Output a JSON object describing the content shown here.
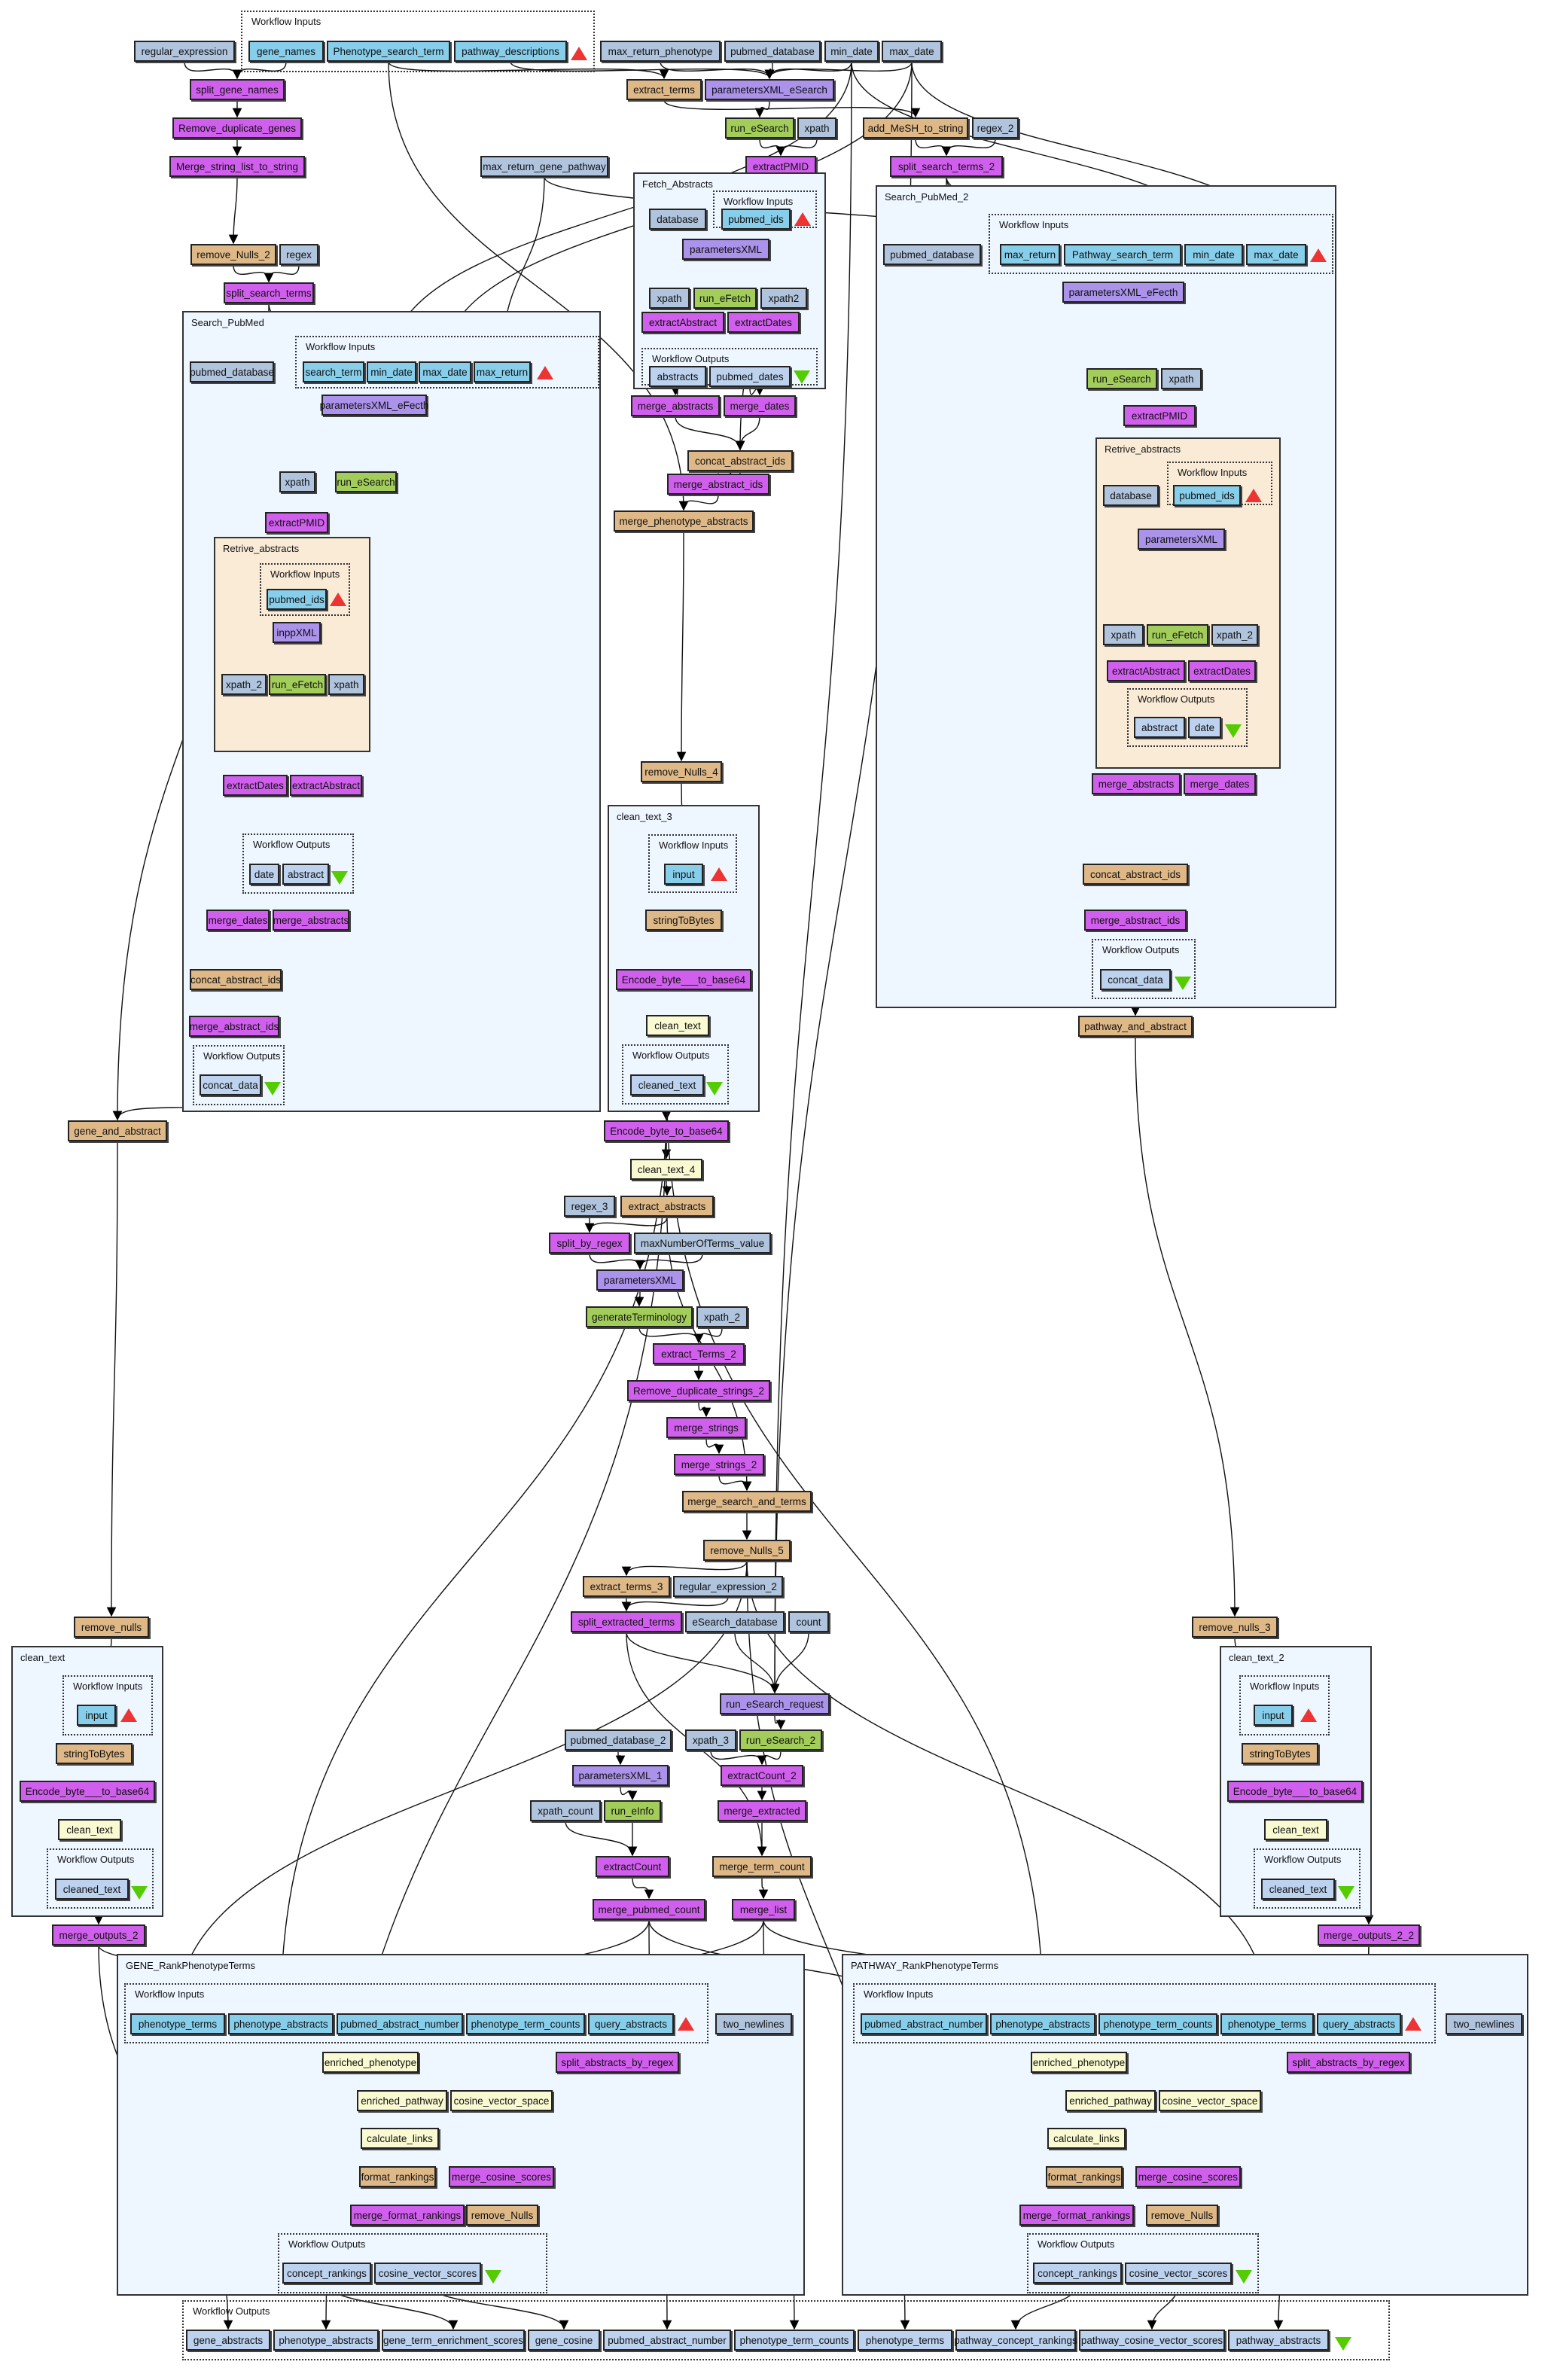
{
  "diagram": {
    "labels": {
      "workflow_inputs": "Workflow Inputs",
      "workflow_outputs": "Workflow Outputs"
    },
    "colors": {
      "constant": "#b0c4de",
      "input_port": "#87ceeb",
      "output_port": "#bcd2ee",
      "local_worker": "#d15fee",
      "xml_builder": "#ab92ea",
      "web_service": "#a2cd5a",
      "beanshell": "#deb887",
      "rshell": "#fafad2",
      "cluster_bg": "#eef6ff",
      "nested_cluster_bg": "#faebd7",
      "input_marker": "#ee3333",
      "output_marker": "#55cc00"
    },
    "top": {
      "regular_expression": "regular_expression",
      "gene_names": "gene_names",
      "phenotype_search_term": "Phenotype_search_term",
      "pathway_descriptions": "pathway_descriptions",
      "max_return_phenotype": "max_return_phenotype",
      "pubmed_database": "pubmed_database",
      "min_date": "min_date",
      "max_date": "max_date",
      "split_gene_names": "split_gene_names",
      "remove_duplicate_genes": "Remove_duplicate_genes",
      "merge_string_list_to_string": "Merge_string_list_to_string",
      "extract_terms": "extract_terms",
      "parametersxml_esearch": "parametersXML_eSearch",
      "run_esearch": "run_eSearch",
      "xpath": "xpath",
      "add_mesh_to_string": "add_MeSH_to_string",
      "regex_2": "regex_2",
      "extractpmid": "extractPMID",
      "split_search_terms_2": "split_search_terms_2",
      "max_return_gene_pathway": "max_return_gene_pathway",
      "remove_nulls_2": "remove_Nulls_2",
      "regex": "regex",
      "split_search_terms": "split_search_terms"
    },
    "search_pubmed": {
      "title": "Search_PubMed",
      "pubmed_database": "pubmed_database",
      "search_term": "search_term",
      "min_date": "min_date",
      "max_date": "max_date",
      "max_return": "max_return",
      "parametersxml_efecth": "parametersXML_eFecth",
      "xpath": "xpath",
      "run_esearch": "run_eSearch",
      "extractpmid": "extractPMID",
      "retrive": {
        "title": "Retrive_abstracts",
        "pubmed_ids": "pubmed_ids",
        "inppxml": "inppXML",
        "xpath_2": "xpath_2",
        "run_efetch": "run_eFetch",
        "xpath": "xpath",
        "extractdates": "extractDates",
        "extractabstract": "extractAbstract",
        "date": "date",
        "abstract": "abstract"
      },
      "merge_dates": "merge_dates",
      "merge_abstracts": "merge_abstracts",
      "concat_abstract_ids": "concat_abstract_ids",
      "merge_abstract_ids": "merge_abstract_ids",
      "concat_data": "concat_data"
    },
    "fetch_abstracts": {
      "title": "Fetch_Abstracts",
      "database": "database",
      "pubmed_ids": "pubmed_ids",
      "parametersxml": "parametersXML",
      "xpath": "xpath",
      "run_efetch": "run_eFetch",
      "xpath2": "xpath2",
      "extractabstract": "extractAbstract",
      "extractdates": "extractDates",
      "abstracts": "abstracts",
      "pubmed_dates": "pubmed_dates"
    },
    "middle": {
      "merge_abstracts": "merge_abstracts",
      "merge_dates": "merge_dates",
      "concat_abstract_ids": "concat_abstract_ids",
      "merge_abstract_ids": "merge_abstract_ids",
      "merge_phenotype_abstracts": "merge_phenotype_abstracts",
      "remove_nulls_4": "remove_Nulls_4",
      "encode_byte_to_base64": "Encode_byte_to_base64",
      "clean_text_4": "clean_text_4",
      "regex_3": "regex_3",
      "extract_abstracts": "extract_abstracts",
      "split_by_regex": "split_by_regex",
      "maxnumberofterms_value": "maxNumberOfTerms_value",
      "parametersxml": "parametersXML",
      "generateterminology": "generateTerminology",
      "xpath_2": "xpath_2",
      "extract_terms_2": "extract_Terms_2",
      "remove_duplicate_strings_2": "Remove_duplicate_strings_2",
      "merge_strings": "merge_strings",
      "merge_strings_2": "merge_strings_2",
      "merge_search_and_terms": "merge_search_and_terms",
      "remove_nulls_5": "remove_Nulls_5",
      "extract_terms_3": "extract_terms_3",
      "regular_expression_2": "regular_expression_2",
      "split_extracted_terms": "split_extracted_terms",
      "esearch_database": "eSearch_database",
      "count": "count",
      "run_esearch_request": "run_eSearch_request",
      "pubmed_database_2": "pubmed_database_2",
      "xpath_3": "xpath_3",
      "run_esearch_2": "run_eSearch_2",
      "parametersxml_1": "parametersXML_1",
      "extractcount_2": "extractCount_2",
      "xpath_count": "xpath_count",
      "run_einfo": "run_eInfo",
      "merge_extracted": "merge_extracted",
      "extractcount": "extractCount",
      "merge_term_count": "merge_term_count",
      "merge_pubmed_count": "merge_pubmed_count",
      "merge_list": "merge_list"
    },
    "clean_text_3": {
      "title": "clean_text_3",
      "input": "input",
      "stringtobytes": "stringToBytes",
      "encode": "Encode_byte___to_base64",
      "clean_text": "clean_text",
      "cleaned_text": "cleaned_text"
    },
    "search_pubmed_2": {
      "title": "Search_PubMed_2",
      "pubmed_database": "pubmed_database",
      "max_return": "max_return",
      "pathway_search_term": "Pathway_search_term",
      "min_date": "min_date",
      "max_date": "max_date",
      "parametersxml_efecth": "parametersXML_eFecth",
      "run_esearch": "run_eSearch",
      "xpath": "xpath",
      "extractpmid": "extractPMID",
      "retrive": {
        "title": "Retrive_abstracts",
        "database": "database",
        "pubmed_ids": "pubmed_ids",
        "parametersxml": "parametersXML",
        "xpath": "xpath",
        "run_efetch": "run_eFetch",
        "xpath_2": "xpath_2",
        "extractabstract": "extractAbstract",
        "extractdates": "extractDates",
        "abstract": "abstract",
        "date": "date"
      },
      "merge_abstracts": "merge_abstracts",
      "merge_dates": "merge_dates",
      "concat_abstract_ids": "concat_abstract_ids",
      "merge_abstract_ids": "merge_abstract_ids",
      "concat_data": "concat_data"
    },
    "gene_and_abstract": "gene_and_abstract",
    "pathway_and_abstract": "pathway_and_abstract",
    "remove_nulls": "remove_nulls",
    "remove_nulls_3": "remove_nulls_3",
    "clean_text": {
      "title": "clean_text",
      "input": "input",
      "stringtobytes": "stringToBytes",
      "encode": "Encode_byte___to_base64",
      "clean_text": "clean_text",
      "cleaned_text": "cleaned_text"
    },
    "clean_text_2": {
      "title": "clean_text_2",
      "input": "input",
      "stringtobytes": "stringToBytes",
      "encode": "Encode_byte___to_base64",
      "clean_text": "clean_text",
      "cleaned_text": "cleaned_text"
    },
    "merge_outputs_2": "merge_outputs_2",
    "merge_outputs_2_2": "merge_outputs_2_2",
    "gene_rank": {
      "title": "GENE_RankPhenotypeTerms",
      "phenotype_terms": "phenotype_terms",
      "phenotype_abstracts": "phenotype_abstracts",
      "pubmed_abstract_number": "pubmed_abstract_number",
      "phenotype_term_counts": "phenotype_term_counts",
      "query_abstracts": "query_abstracts",
      "two_newlines": "two_newlines",
      "enriched_phenotype": "enriched_phenotype",
      "split_abstracts_by_regex": "split_abstracts_by_regex",
      "enriched_pathway": "enriched_pathway",
      "cosine_vector_space": "cosine_vector_space",
      "calculate_links": "calculate_links",
      "format_rankings": "format_rankings",
      "merge_cosine_scores": "merge_cosine_scores",
      "merge_format_rankings": "merge_format_rankings",
      "remove_nulls": "remove_Nulls",
      "concept_rankings": "concept_rankings",
      "cosine_vector_scores": "cosine_vector_scores"
    },
    "pathway_rank": {
      "title": "PATHWAY_RankPhenotypeTerms",
      "pubmed_abstract_number": "pubmed_abstract_number",
      "phenotype_abstracts": "phenotype_abstracts",
      "phenotype_term_counts": "phenotype_term_counts",
      "phenotype_terms": "phenotype_terms",
      "query_abstracts": "query_abstracts",
      "two_newlines": "two_newlines",
      "enriched_phenotype": "enriched_phenotype",
      "split_abstracts_by_regex": "split_abstracts_by_regex",
      "enriched_pathway": "enriched_pathway",
      "cosine_vector_space": "cosine_vector_space",
      "calculate_links": "calculate_links",
      "format_rankings": "format_rankings",
      "merge_cosine_scores": "merge_cosine_scores",
      "merge_format_rankings": "merge_format_rankings",
      "remove_nulls": "remove_Nulls",
      "concept_rankings": "concept_rankings",
      "cosine_vector_scores": "cosine_vector_scores"
    },
    "outputs": [
      "gene_abstracts",
      "phenotype_abstracts",
      "gene_term_enrichment_scores",
      "gene_cosine",
      "pubmed_abstract_number",
      "phenotype_term_counts",
      "phenotype_terms",
      "pathway_concept_rankings",
      "pathway_cosine_vector_scores",
      "pathway_abstracts"
    ]
  }
}
